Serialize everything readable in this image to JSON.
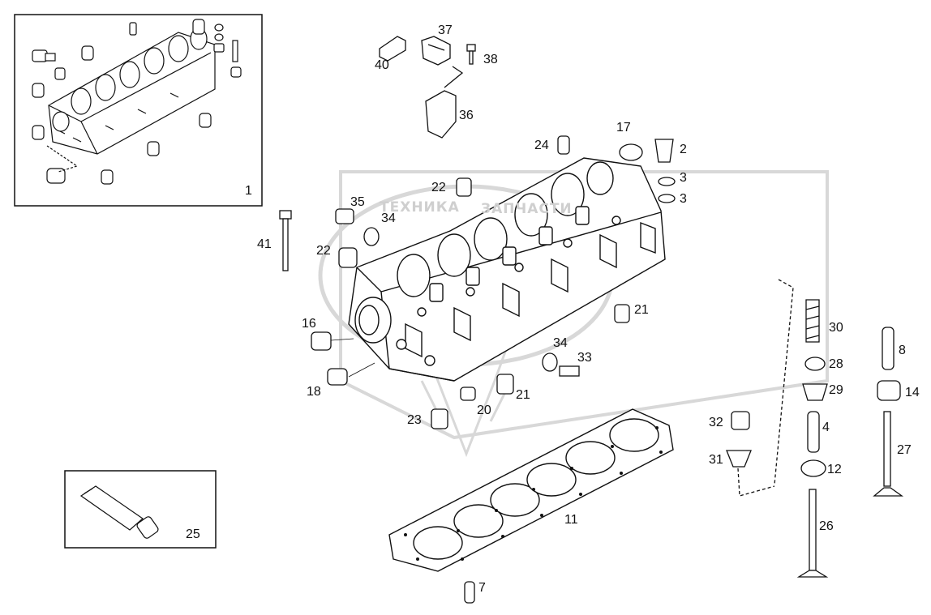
{
  "watermark": {
    "left_word": "ТЕХНИКА",
    "right_word": "ЗАПЧАСТИ"
  },
  "inset_engine_label": "1",
  "inset_tube_label": "25",
  "callouts": {
    "c2": "2",
    "c3a": "3",
    "c3b": "3",
    "c4": "4",
    "c7": "7",
    "c8": "8",
    "c11": "11",
    "c12": "12",
    "c14": "14",
    "c16": "16",
    "c17": "17",
    "c18": "18",
    "c20": "20",
    "c21a": "21",
    "c21b": "21",
    "c22a": "22",
    "c22b": "22",
    "c23": "23",
    "c24": "24",
    "c26": "26",
    "c27": "27",
    "c28": "28",
    "c29": "29",
    "c30": "30",
    "c31": "31",
    "c32": "32",
    "c33": "33",
    "c34a": "34",
    "c34b": "34",
    "c35": "35",
    "c36": "36",
    "c37": "37",
    "c38": "38",
    "c40": "40",
    "c41": "41"
  }
}
